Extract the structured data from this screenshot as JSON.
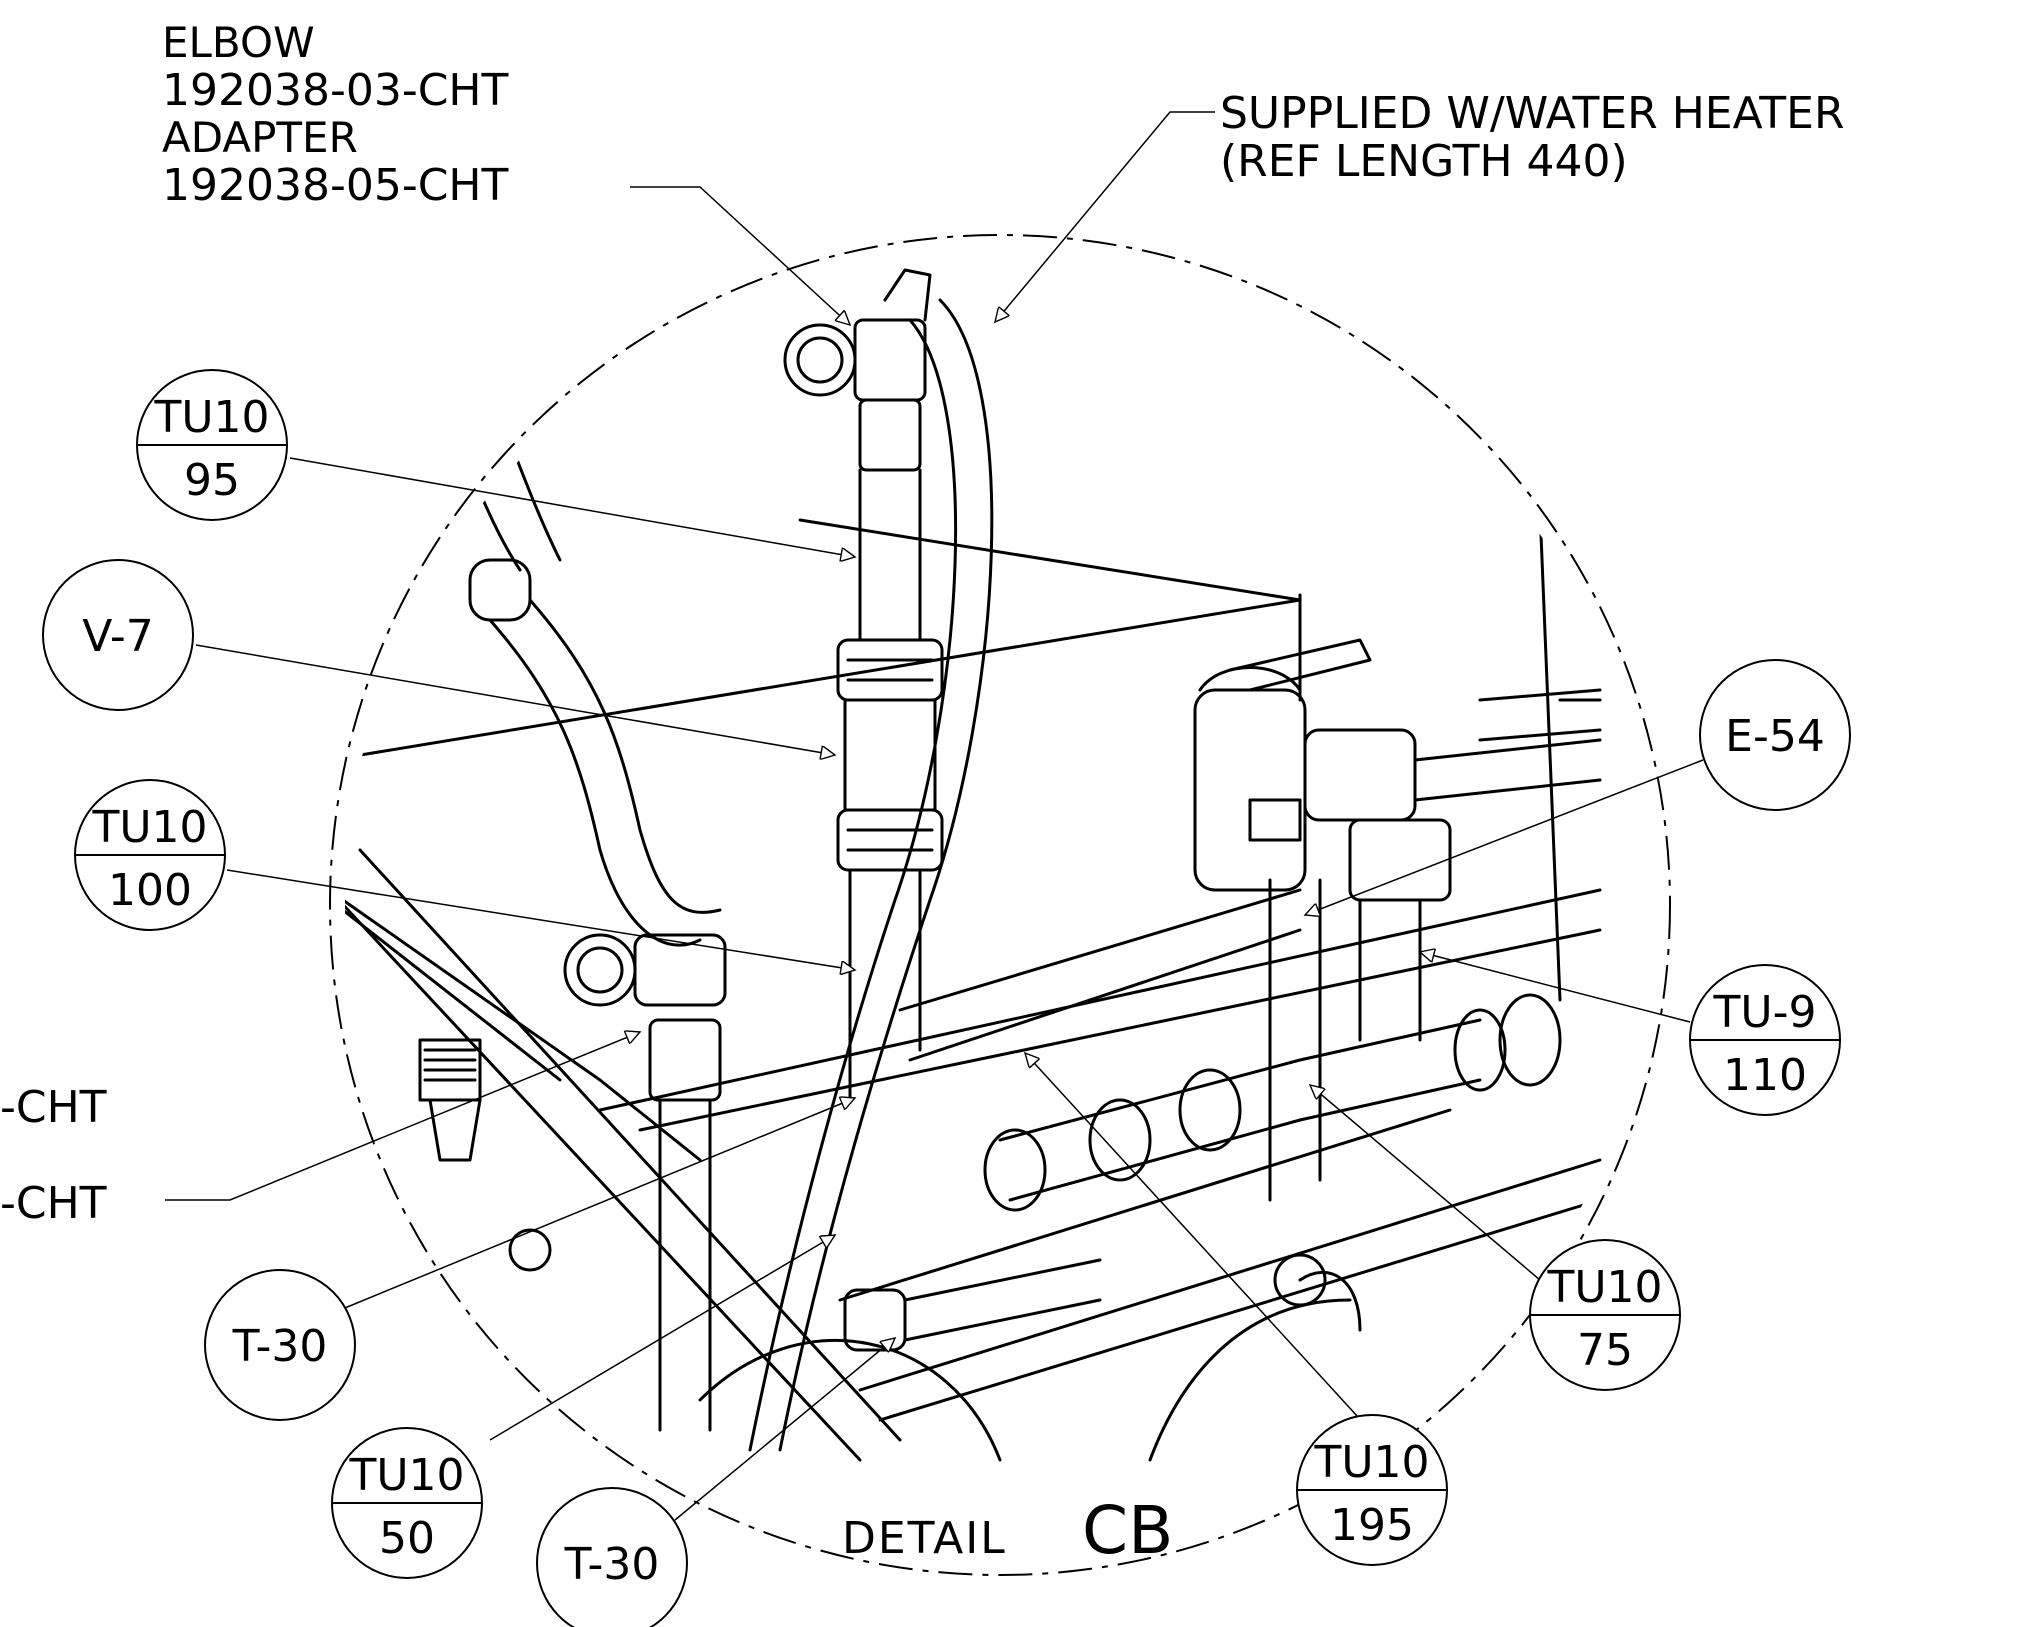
{
  "notes": {
    "elbow": "ELBOW",
    "elbow_pn": "192038-03-CHT",
    "adapter": "ADAPTER",
    "adapter_pn": "192038-05-CHT",
    "supplied_line1": "SUPPLIED W/WATER HEATER",
    "supplied_line2": "(REF LENGTH 440)",
    "left_cut1": "-CHT",
    "left_cut2": "-CHT"
  },
  "balloons": {
    "tu10_95": {
      "top": "TU10",
      "bottom": "95"
    },
    "v7": {
      "text": "V-7"
    },
    "tu10_100": {
      "top": "TU10",
      "bottom": "100"
    },
    "e54": {
      "text": "E-54"
    },
    "tu9_110": {
      "top": "TU-9",
      "bottom": "110"
    },
    "t30_a": {
      "text": "T-30"
    },
    "tu10_75": {
      "top": "TU10",
      "bottom": "75"
    },
    "tu10_50": {
      "top": "TU10",
      "bottom": "50"
    },
    "t30_b": {
      "text": "T-30"
    },
    "tu10_195": {
      "top": "TU10",
      "bottom": "195"
    }
  },
  "title": {
    "prefix": "DETAIL",
    "id": "CB"
  }
}
